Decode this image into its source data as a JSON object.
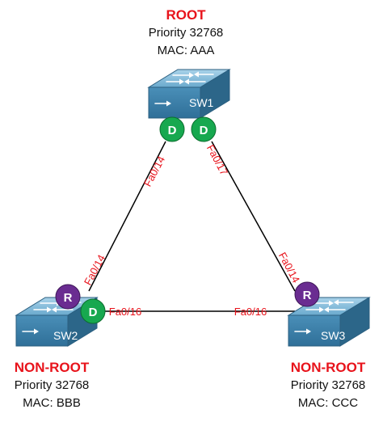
{
  "switches": {
    "sw1": {
      "label": "SW1",
      "role": "ROOT",
      "priority": "Priority 32768",
      "mac": "MAC: AAA"
    },
    "sw2": {
      "label": "SW2",
      "role": "NON-ROOT",
      "priority": "Priority 32768",
      "mac": "MAC: BBB"
    },
    "sw3": {
      "label": "SW3",
      "role": "NON-ROOT",
      "priority": "Priority 32768",
      "mac": "MAC: CCC"
    }
  },
  "ports": {
    "sw1_left": {
      "name": "Fa0/14",
      "state": "D"
    },
    "sw1_right": {
      "name": "Fa0/17",
      "state": "D"
    },
    "sw2_up": {
      "name": "Fa0/14",
      "state": "R"
    },
    "sw2_right": {
      "name": "Fa0/16",
      "state": "D"
    },
    "sw3_up": {
      "name": "Fa0/14",
      "state": "R"
    },
    "sw3_left": {
      "name": "Fa0/16"
    }
  },
  "colors": {
    "designated": "#17a84f",
    "root_port": "#6a2c91",
    "label_red": "#e8131b",
    "switch_top": "#7fb9d8",
    "switch_front": "#3d7fa6",
    "switch_side": "#2c6689"
  }
}
